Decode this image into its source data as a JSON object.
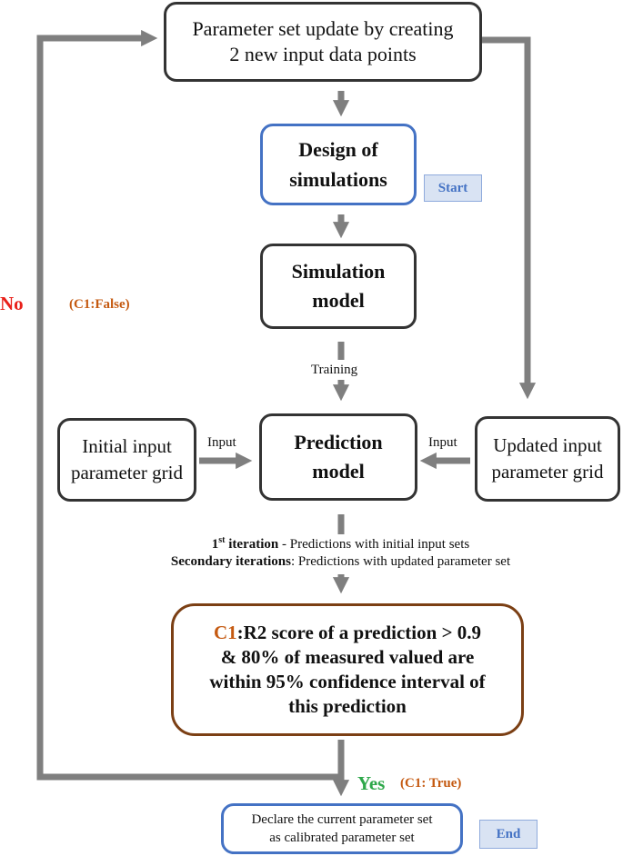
{
  "nodes": {
    "update": {
      "line1": "Parameter set update by creating",
      "line2": "2 new input data points"
    },
    "design": {
      "line1": "Design of",
      "line2": "simulations"
    },
    "simulation": {
      "line1": "Simulation",
      "line2": "model"
    },
    "prediction": {
      "line1": "Prediction",
      "line2": "model"
    },
    "initial_grid": {
      "line1": "Initial input",
      "line2": "parameter grid"
    },
    "updated_grid": {
      "line1": "Updated input",
      "line2": "parameter grid"
    },
    "condition": {
      "prefix": "C1",
      "line1": ":R2 score of a prediction > 0.9",
      "line2": "& 80% of measured valued are",
      "line3": "within 95% confidence interval of",
      "line4": "this prediction"
    },
    "declare": {
      "line1": "Declare the current parameter set",
      "line2": "as calibrated parameter set"
    }
  },
  "tags": {
    "start": "Start",
    "end": "End"
  },
  "edge_labels": {
    "training": "Training",
    "input_left": "Input",
    "input_right": "Input",
    "no": "No",
    "c1_false": "(C1:False)",
    "yes": "Yes",
    "c1_true": "(C1: True)"
  },
  "iteration_note": {
    "first_bold": "1",
    "first_sup": "st",
    "first_bold_tail": " iteration",
    "first_rest": " - Predictions with initial input sets",
    "second_bold": "Secondary iterations",
    "second_rest": ": Predictions with updated parameter set"
  },
  "colors": {
    "arrow": "#7f7f7f",
    "box_border": "#333333",
    "blue_border": "#4472c4",
    "brown_border": "#7b3f14",
    "no": "#e8201a",
    "yes": "#2ea84a",
    "orange": "#c55a11"
  }
}
